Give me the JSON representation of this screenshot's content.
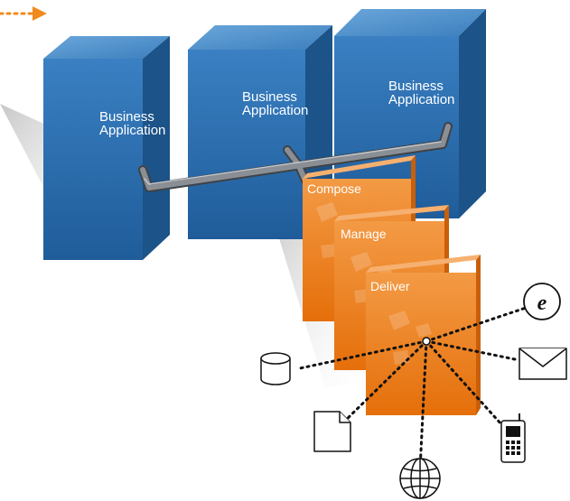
{
  "colors": {
    "box_front": "#2a6fb0",
    "box_top": "#4f8fca",
    "box_side": "#1c5388",
    "card_front": "#f07e1a",
    "card_side": "#c95f08",
    "pipe": "#6f7378",
    "arrow": "#f08a1c",
    "dots": "#111111"
  },
  "business_boxes": [
    {
      "line1": "Business",
      "line2": "Application"
    },
    {
      "line1": "Business",
      "line2": "Application"
    },
    {
      "line1": "Business",
      "line2": "Application"
    }
  ],
  "stages": [
    {
      "label": "Compose"
    },
    {
      "label": "Manage"
    },
    {
      "label": "Deliver"
    }
  ],
  "channels": [
    {
      "name": "database-icon"
    },
    {
      "name": "document-icon"
    },
    {
      "name": "web-globe-icon"
    },
    {
      "name": "mobile-phone-icon"
    },
    {
      "name": "email-envelope-icon"
    },
    {
      "name": "e-business-icon",
      "glyph": "e"
    }
  ]
}
